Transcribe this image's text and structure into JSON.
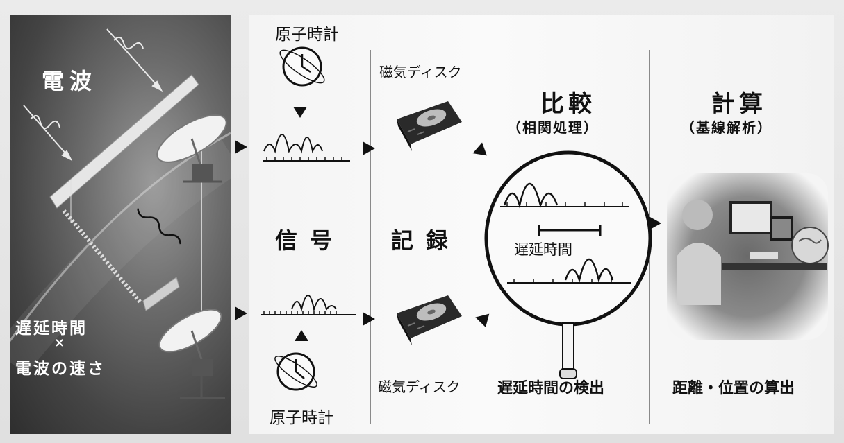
{
  "left_panel": {
    "radio_wave_label": "電波",
    "formula_line1": "遅延時間",
    "formula_line2": "×",
    "formula_line3": "電波の速さ"
  },
  "signal_section": {
    "atomic_clock_top": "原子時計",
    "atomic_clock_bottom": "原子時計",
    "title": "信号"
  },
  "record_section": {
    "disk_top": "磁気ディスク",
    "disk_bottom": "磁気ディスク",
    "title": "記録"
  },
  "compare_section": {
    "title": "比較",
    "subtitle": "（相関処理）",
    "delay_label": "遅延時間",
    "caption": "遅延時間の検出"
  },
  "calc_section": {
    "title": "計算",
    "subtitle": "（基線解析）",
    "caption": "距離・位置の算出"
  },
  "colors": {
    "ink": "#111111",
    "panel_dark": "#3a3a3a",
    "panel_light": "#f5f5f5"
  }
}
